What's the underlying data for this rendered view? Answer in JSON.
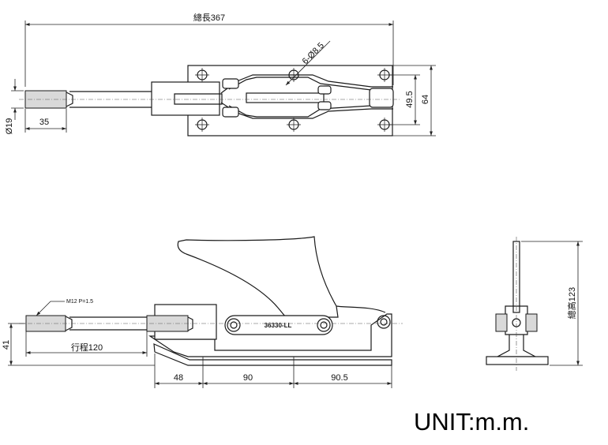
{
  "dimensions": {
    "overall_length": "總長367",
    "holes": "6-Ø8.5",
    "hole_spacing": "49.5",
    "base_width": "64",
    "plunger_diameter": "Ø19",
    "plunger_length": "35",
    "thread": "M12 P=1.5",
    "height": "41",
    "stroke": "行程120",
    "base_offset_1": "48",
    "base_offset_2": "90",
    "base_offset_3": "90.5",
    "overall_height": "總高123"
  },
  "model_label": "36330-LL",
  "unit_label": "UNIT:m.m."
}
